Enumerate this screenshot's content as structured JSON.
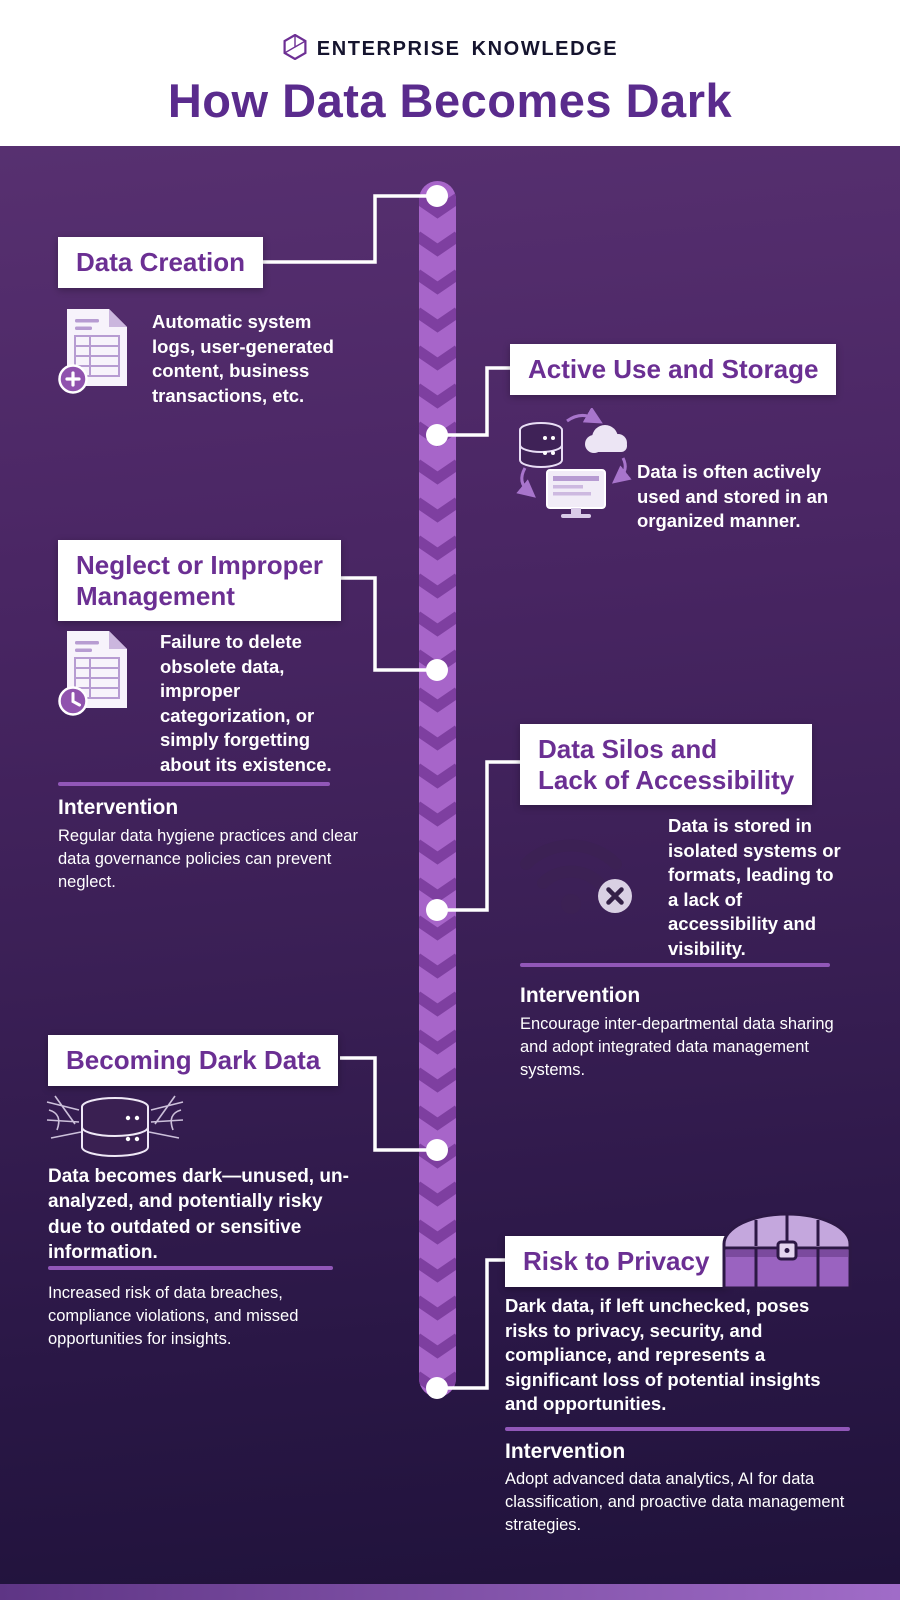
{
  "header": {
    "brand": {
      "enterprise": "ENTERPRISE",
      "knowledge": "KNOWLEDGE"
    },
    "title": "How Data Becomes Dark"
  },
  "palette": {
    "title_purple": "#5a2b8d",
    "box_text_purple": "#6b2f93",
    "background_top": "#573070",
    "background_bottom": "#1f123a",
    "ribbon": "#a765c9",
    "ribbon_chevron": "#7e3fa0",
    "divider": "#9157b8",
    "body_text": "#ffffff"
  },
  "stages": [
    {
      "title": "Data Creation",
      "side": "left",
      "icon": "document-plus-icon",
      "description": "Automatic system logs, user-generated content, business transactions, etc."
    },
    {
      "title": "Active Use and Storage",
      "side": "right",
      "icon": "database-cloud-monitor-icon",
      "description": "Data is often actively used and stored in an organized manner."
    },
    {
      "title": "Neglect or Improper\nManagement",
      "side": "left",
      "icon": "document-clock-icon",
      "description": "Failure to delete obsolete data, improper categorization, or simply forgetting about its existence.",
      "intervention": {
        "label": "Intervention",
        "text": "Regular data hygiene practices and clear data governance policies can prevent neglect."
      }
    },
    {
      "title": "Data Silos and\nLack of Accessibility",
      "side": "right",
      "icon": "wifi-offline-icon",
      "description": "Data is stored in isolated systems or formats, leading to a lack of accessibility and visibility.",
      "intervention": {
        "label": "Intervention",
        "text": "Encourage inter-departmental data sharing and adopt integrated data management systems."
      }
    },
    {
      "title": "Becoming Dark Data",
      "side": "left",
      "icon": "cobweb-database-icon",
      "description": "Data becomes dark—unused, un-analyzed, and potentially risky due to outdated or sensitive information.",
      "note": "Increased risk of data breaches, compliance violations, and missed opportunities for insights."
    },
    {
      "title": "Risk to Privacy",
      "side": "right",
      "icon": "treasure-chest-icon",
      "description": "Dark data, if left unchecked, poses risks to privacy, security, and compliance, and represents a significant loss of potential insights and opportunities.",
      "intervention": {
        "label": "Intervention",
        "text": "Adopt advanced data analytics, AI for data classification, and proactive data management strategies."
      }
    }
  ]
}
